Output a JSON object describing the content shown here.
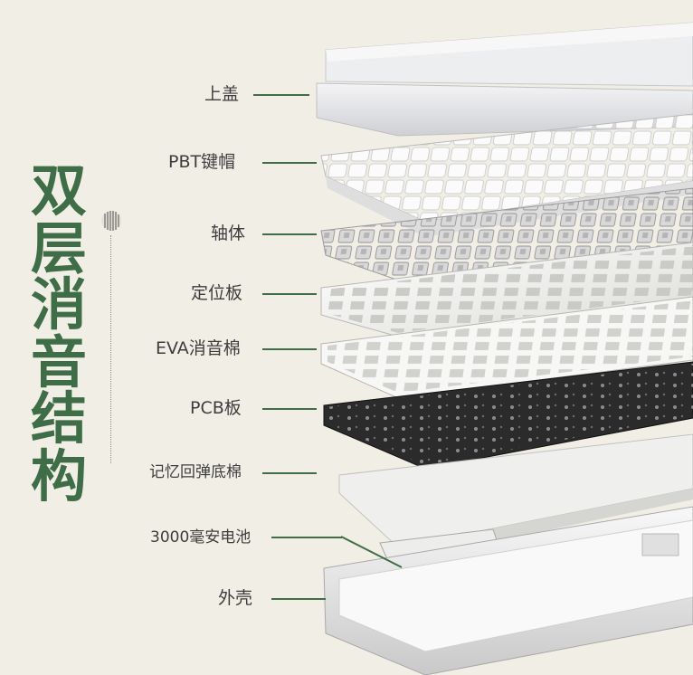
{
  "title_chars": [
    "双",
    "层",
    "消",
    "音",
    "结",
    "构"
  ],
  "layers": [
    {
      "label": "上盖"
    },
    {
      "label": "PBT键帽"
    },
    {
      "label": "轴体"
    },
    {
      "label": "定位板"
    },
    {
      "label": "EVA消音棉"
    },
    {
      "label": "PCB板"
    },
    {
      "label": "记忆回弹底棉"
    },
    {
      "label": "3000毫安电池"
    },
    {
      "label": "外壳"
    }
  ],
  "colors": {
    "background": "#f1efe5",
    "accent_green": "#3f6d47",
    "label_text": "#3d3d3d",
    "pcb_black": "#2b2b2b",
    "plate_white": "#f4f4f2"
  }
}
